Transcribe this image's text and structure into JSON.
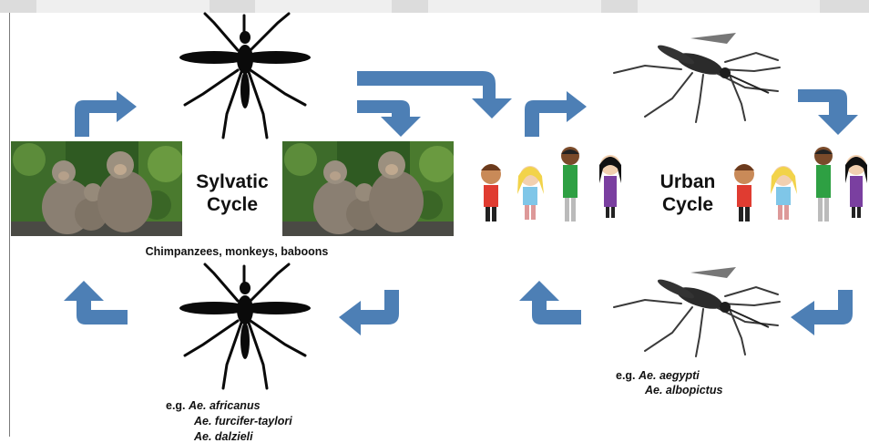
{
  "sylvatic": {
    "title_line1": "Sylvatic",
    "title_line2": "Cycle",
    "caption": "Chimpanzees, monkeys, baboons",
    "species_prefix": "e.g.",
    "species": [
      "Ae. africanus",
      "Ae. furcifer-taylori",
      "Ae. dalzieli"
    ]
  },
  "urban": {
    "title_line1": "Urban",
    "title_line2": "Cycle",
    "species_prefix": "e.g.",
    "species": [
      "Ae. aegypti",
      "Ae. albopictus"
    ]
  },
  "colors": {
    "arrow": "#4d7fb5",
    "mosquito_silhouette": "#0a0a0a",
    "mosquito_photo": "#3a3a3a",
    "kid_shirts": [
      "#e03c31",
      "#7fc6e8",
      "#2ea043",
      "#7a3fa0"
    ]
  }
}
